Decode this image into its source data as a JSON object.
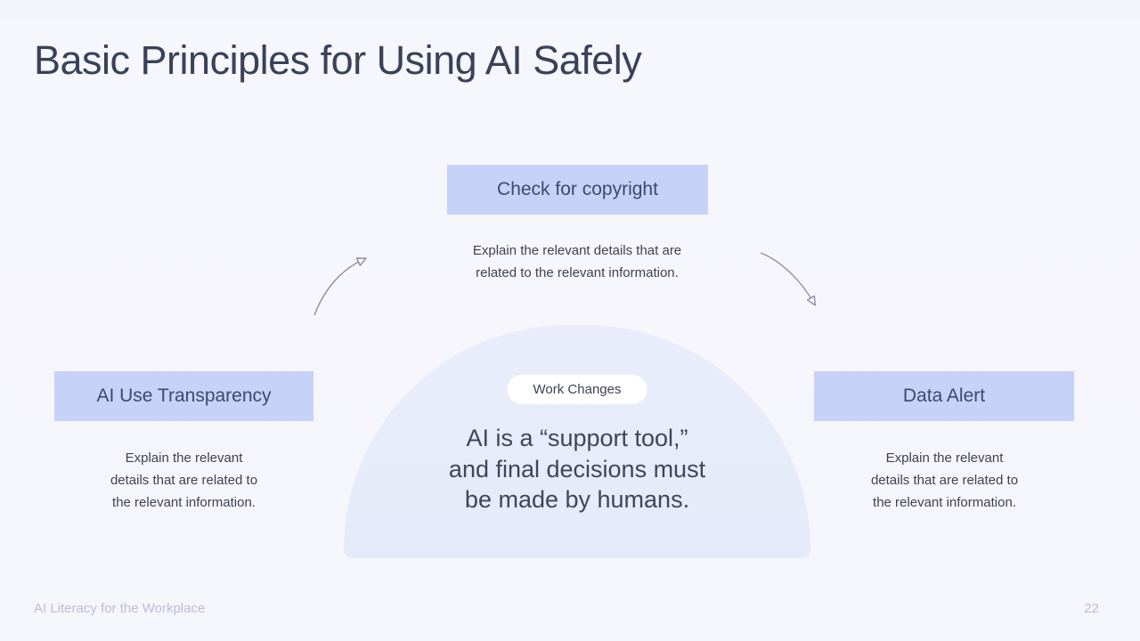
{
  "slide": {
    "title": "Basic Principles for Using AI Safely",
    "footer": {
      "left_text": "AI Literacy for the Workplace",
      "page_number": "22"
    }
  },
  "principles": {
    "top": {
      "label": "Check for copyright",
      "description_lines": [
        "Explain the relevant details that are",
        "related to the relevant information."
      ]
    },
    "left": {
      "label": "AI Use Transparency",
      "description_lines": [
        "Explain the relevant",
        "details that are related to",
        "the relevant information."
      ]
    },
    "right": {
      "label": "Data Alert",
      "description_lines": [
        "Explain the relevant",
        "details that are related to",
        "the relevant information."
      ]
    }
  },
  "center": {
    "badge_label": "Work Changes",
    "message_lines": [
      "AI is a “support tool,”",
      "and final decisions must",
      "be made by humans."
    ]
  },
  "icons": {
    "left_arrow": "curved-arrow-up-right",
    "right_arrow": "curved-arrow-down-right"
  },
  "colors": {
    "background": "#f5f6fc",
    "box_fill": "#c6d2f7",
    "box_text": "#3b4a6f",
    "dome_fill": "#e7ebfa",
    "badge_bg": "#ffffff",
    "badge_text": "#3c4257",
    "title_text": "#3a4259",
    "body_text": "#3e4250",
    "message_text": "#3e4659",
    "arrow_stroke": "#8b8fa0",
    "footer_text": "#b9bdd3"
  }
}
